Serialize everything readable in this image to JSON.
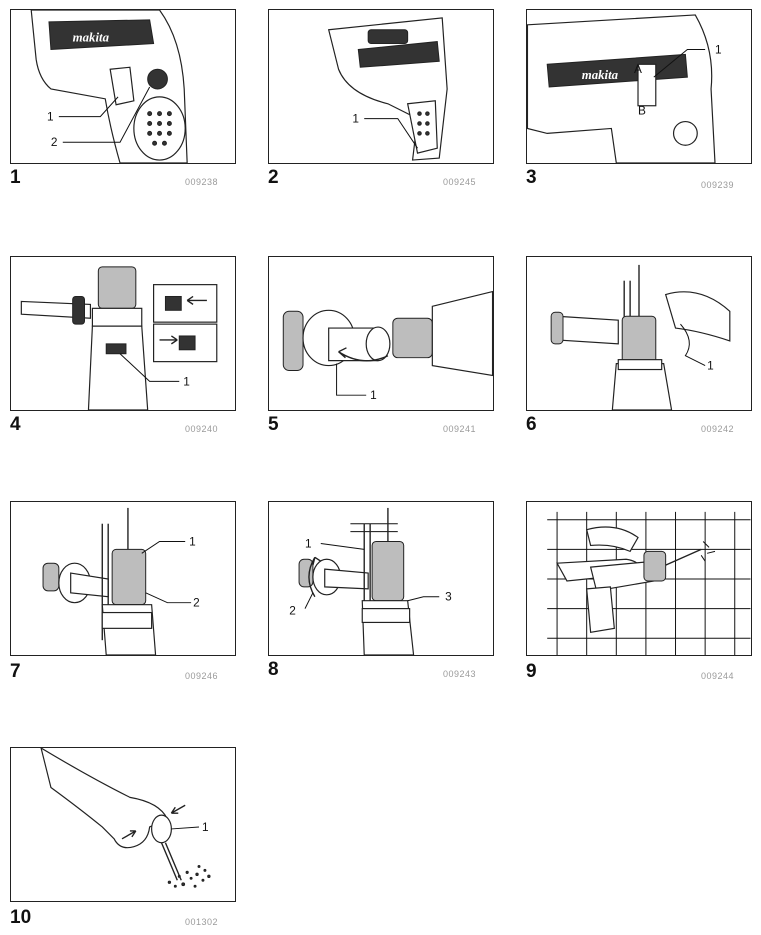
{
  "figures": [
    {
      "number": "1",
      "code": "009238",
      "callouts": [
        "1",
        "2"
      ],
      "brand": "makita"
    },
    {
      "number": "2",
      "code": "009245",
      "callouts": [
        "1"
      ]
    },
    {
      "number": "3",
      "code": "009239",
      "callouts": [
        "1"
      ],
      "brand": "makita",
      "marks": [
        "A",
        "B"
      ]
    },
    {
      "number": "4",
      "code": "009240",
      "callouts": [
        "1"
      ]
    },
    {
      "number": "5",
      "code": "009241",
      "callouts": [
        "1"
      ]
    },
    {
      "number": "6",
      "code": "009242",
      "callouts": [
        "1"
      ]
    },
    {
      "number": "7",
      "code": "009246",
      "callouts": [
        "1",
        "2"
      ]
    },
    {
      "number": "8",
      "code": "009243",
      "callouts": [
        "1",
        "2",
        "3"
      ]
    },
    {
      "number": "9",
      "code": "009244",
      "callouts": []
    },
    {
      "number": "10",
      "code": "001302",
      "callouts": [
        "1"
      ]
    }
  ]
}
